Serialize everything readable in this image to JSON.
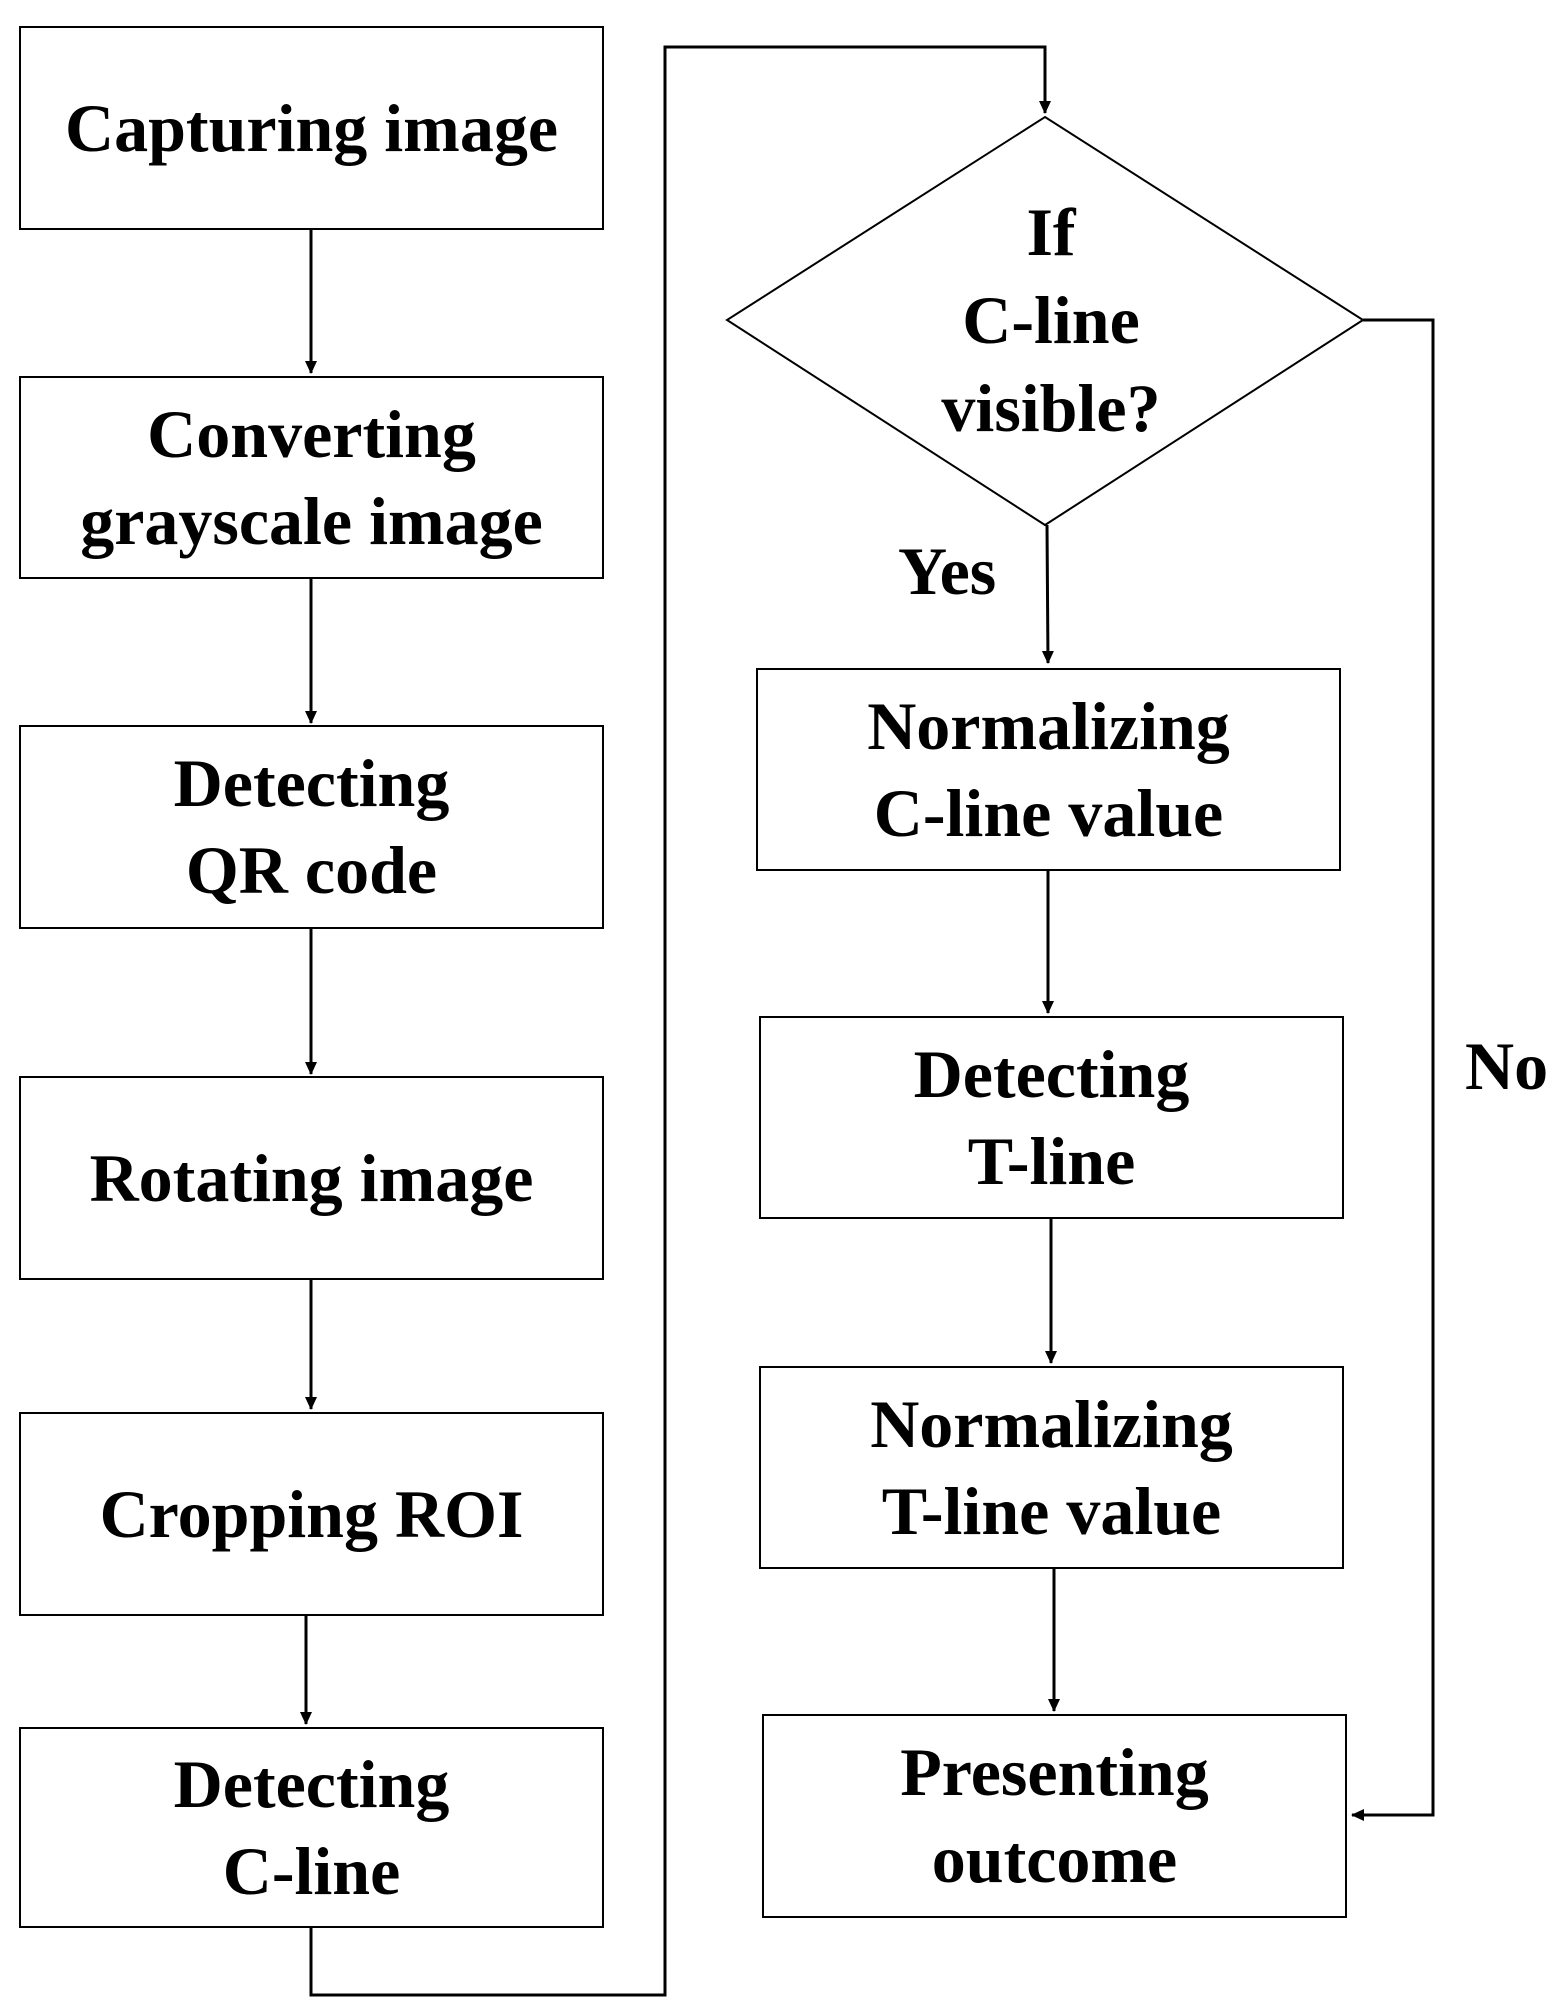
{
  "flowchart": {
    "left_column": [
      {
        "lines": [
          "Capturing image"
        ]
      },
      {
        "lines": [
          "Converting",
          "grayscale image"
        ]
      },
      {
        "lines": [
          "Detecting",
          "QR code"
        ]
      },
      {
        "lines": [
          "Rotating image"
        ]
      },
      {
        "lines": [
          "Cropping ROI"
        ]
      },
      {
        "lines": [
          "Detecting",
          "C-line"
        ]
      }
    ],
    "decision": {
      "lines": [
        "If",
        "C-line",
        "visible?"
      ]
    },
    "yes_label": "Yes",
    "no_label": "No",
    "right_column": [
      {
        "lines": [
          "Normalizing",
          "C-line value"
        ]
      },
      {
        "lines": [
          "Detecting",
          "T-line"
        ]
      },
      {
        "lines": [
          "Normalizing",
          "T-line value"
        ]
      },
      {
        "lines": [
          "Presenting",
          "outcome"
        ]
      }
    ]
  }
}
